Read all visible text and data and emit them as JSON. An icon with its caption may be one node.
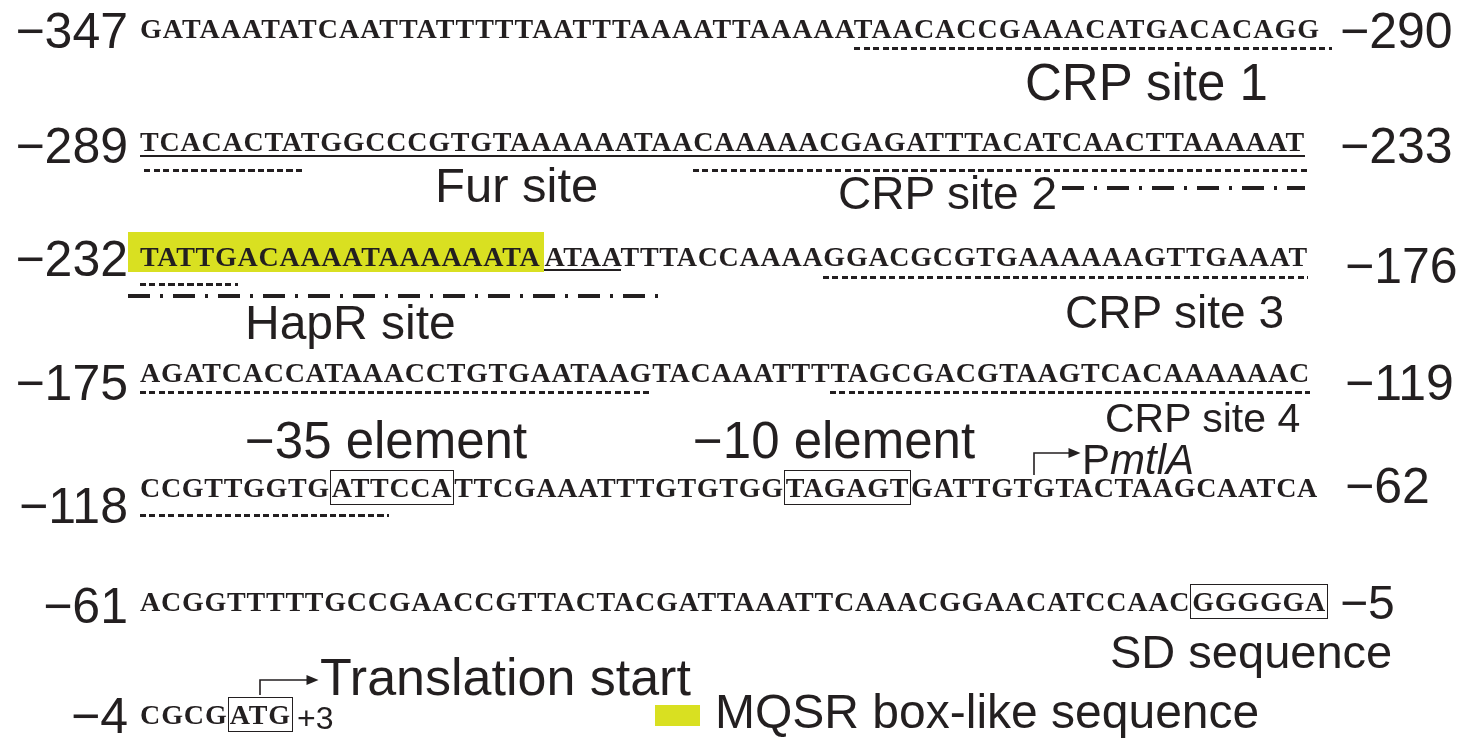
{
  "diagram": {
    "nodes": [
      {
        "text": [
          "TATTGACAAAATAAAAAATA"
        ]
      },
      {
        "text": [
          "ATTCCA"
        ]
      },
      {
        "text": [
          "TAGAGT"
        ]
      },
      {
        "text": [
          "GGGGGA"
        ]
      },
      {
        "text": [
          "ATG"
        ]
      }
    ],
    "labels": [
      "−347",
      "GATAAATATCAATTATTTTTAATTTAAAATTAAAAATAACACCGAAACATGACACAGG",
      "−290",
      "CRP site 1",
      "−289",
      "TCACACTATGGCCCGTGTAAAAAATAACAAAAACGAGATTTACATCAACTTAAAAAT",
      "−233",
      "Fur site",
      "CRP site 2",
      "−232",
      "ATAATTTACCAAAAGGACGCGTGAAAAAAGTTGAAAT",
      "−176",
      "HapR site",
      "CRP site 3",
      "−175",
      "AGATCACCATAAACCTGTGAATAAGTACAAATTTTAGCGACGTAAGTCACAAAAAAC",
      "−119",
      "CRP site 4",
      "−35 element",
      "−10 element",
      "PmtlA",
      "−118",
      "CCGTTGGTG",
      "TTCGAAATTTGTGTGG",
      "GATTGTGTACTAAGCAATCA",
      "−62",
      "−61",
      "ACGGTTTTTGCCGAACCGTTACTACGATTAAATTCAAACGGAACATCCAAC",
      "−5",
      "SD sequence",
      "Translation start",
      "−4",
      "CGCG",
      "+3"
    ],
    "legend": [
      {
        "text": "MQSR box-like sequence",
        "color": "#d9e021"
      }
    ]
  }
}
